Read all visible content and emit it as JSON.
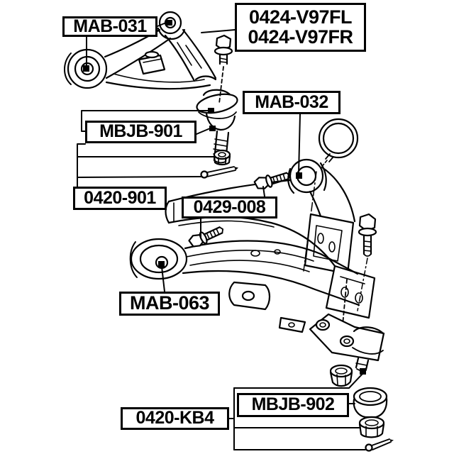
{
  "figure": {
    "kind": "suspension-parts-exploded-diagram"
  },
  "colors": {
    "background": "#ffffff",
    "ink": "#000000"
  },
  "callouts": [
    {
      "id": "mab-031",
      "text": "MAB-031"
    },
    {
      "id": "0424-v97fl",
      "text": "0424-V97FL"
    },
    {
      "id": "0424-v97fr",
      "text": "0424-V97FR"
    },
    {
      "id": "mab-032",
      "text": "MAB-032"
    },
    {
      "id": "mbjb-901",
      "text": "MBJB-901"
    },
    {
      "id": "0420-901",
      "text": "0420-901"
    },
    {
      "id": "0429-008",
      "text": "0429-008"
    },
    {
      "id": "mab-063",
      "text": "MAB-063"
    },
    {
      "id": "0420-kb4",
      "text": "0420-KB4"
    },
    {
      "id": "mbjb-902",
      "text": "MBJB-902"
    }
  ]
}
